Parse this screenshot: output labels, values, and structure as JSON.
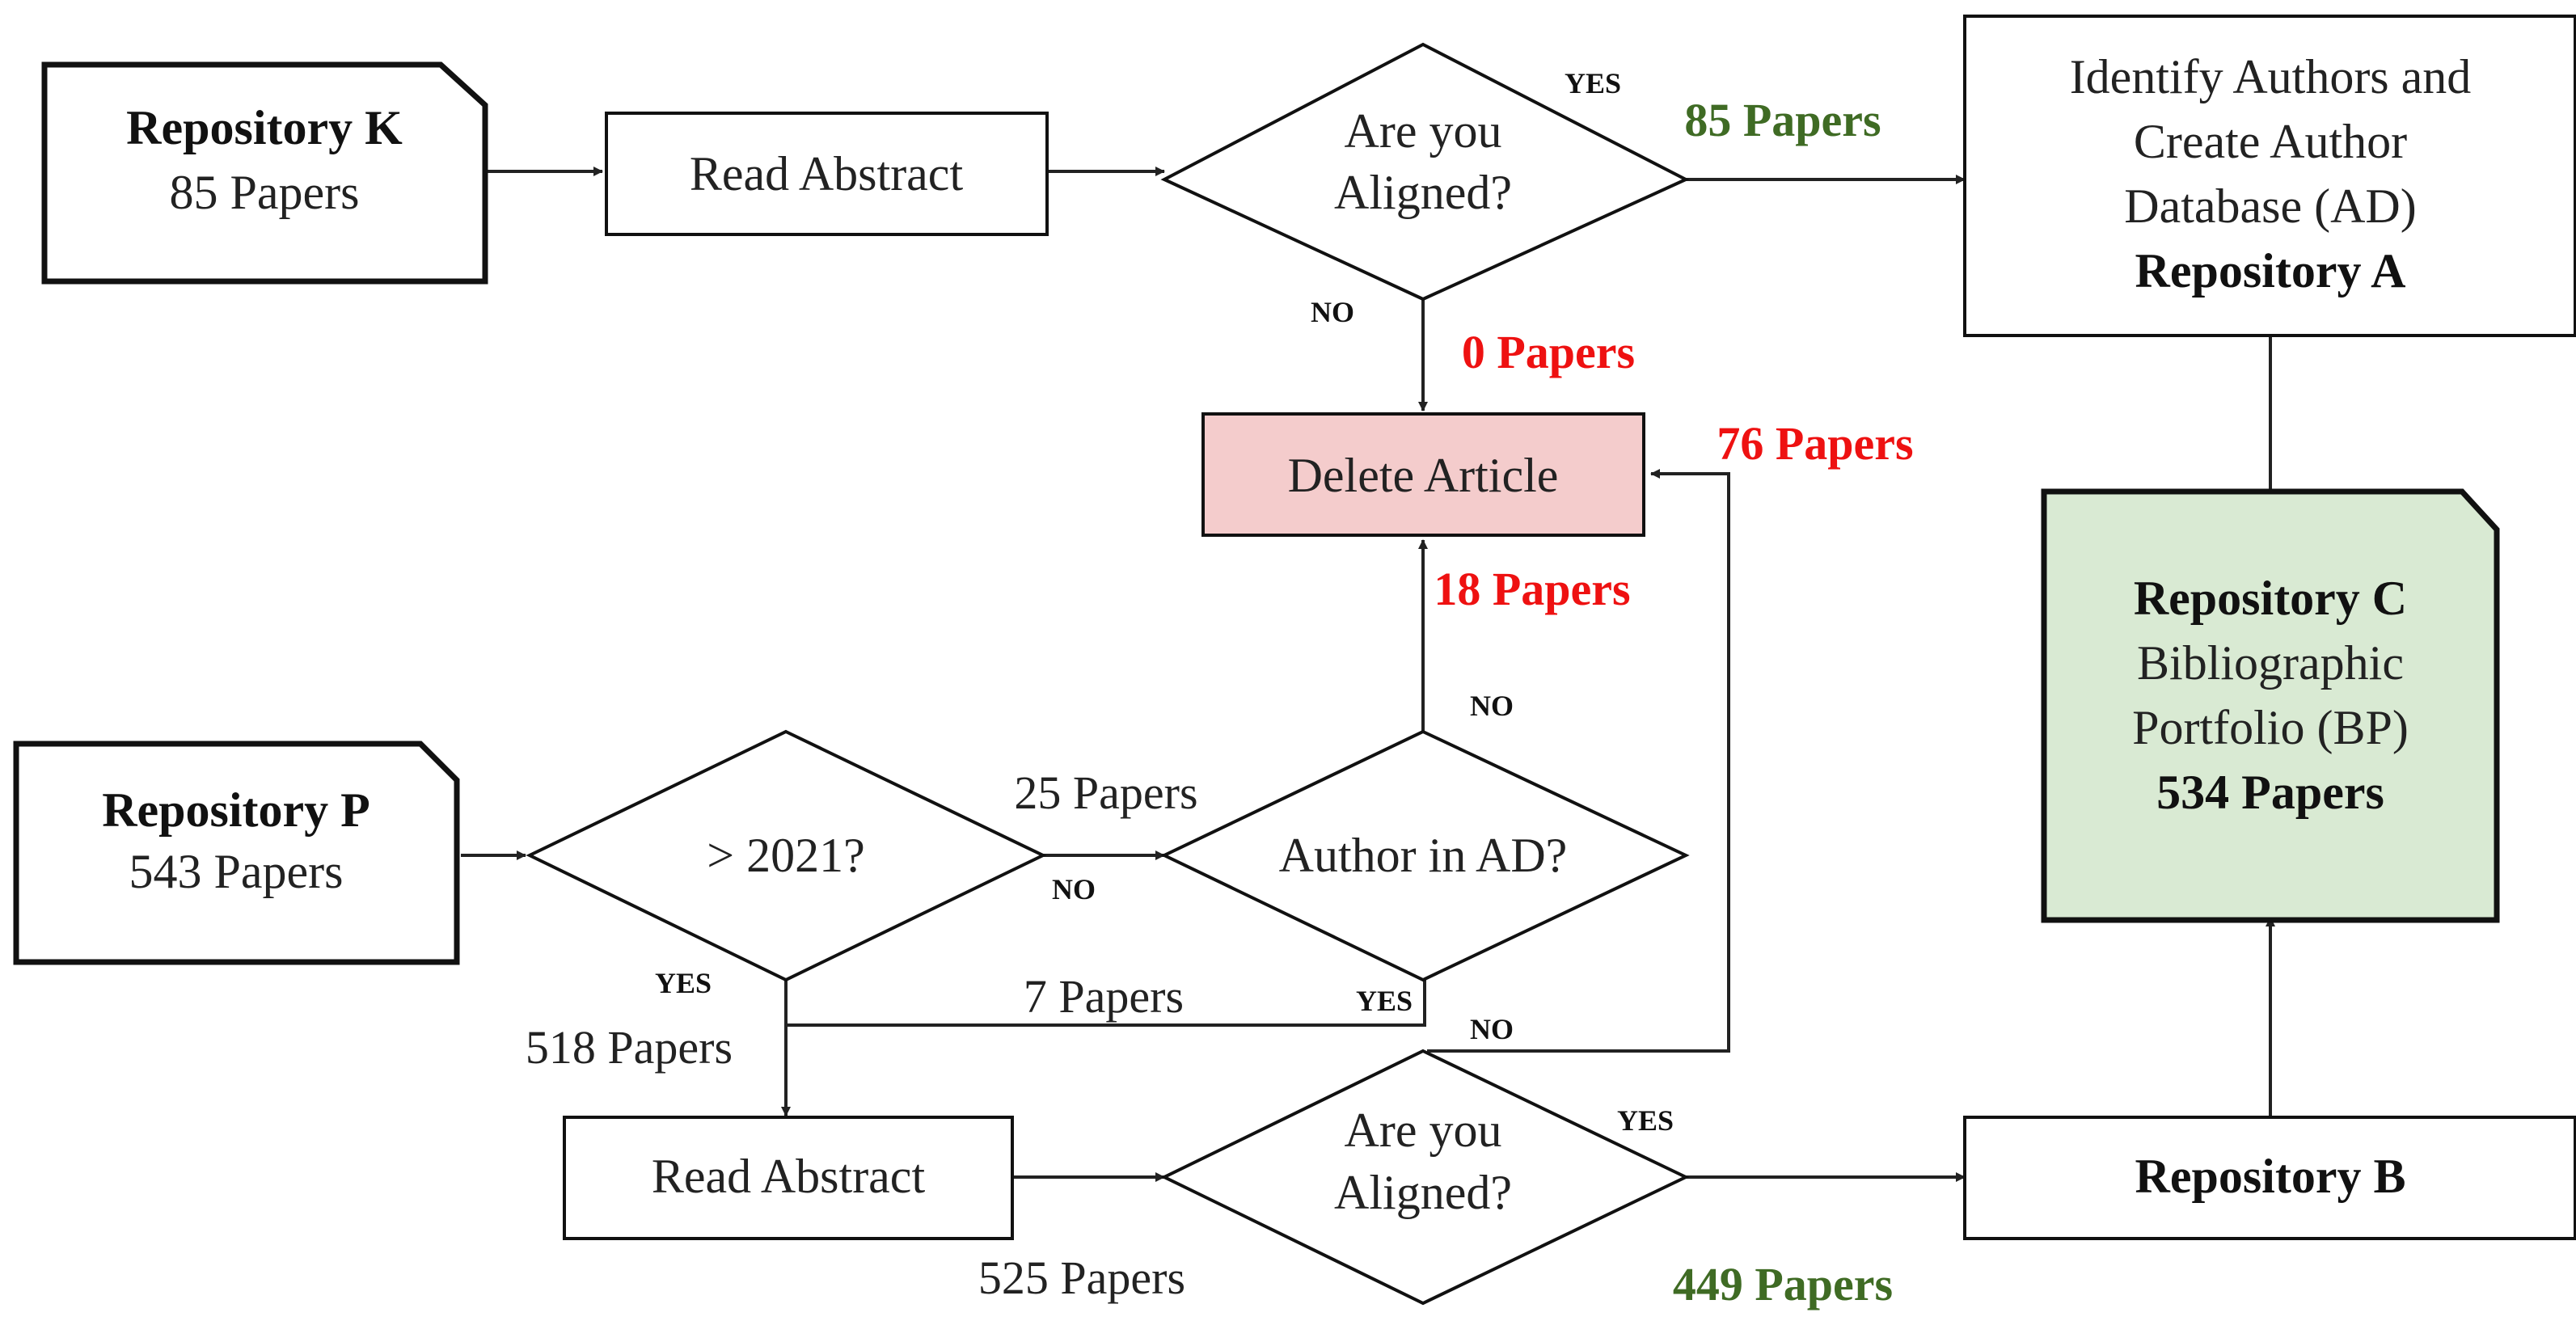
{
  "colors": {
    "green_text": "#3f6b24",
    "red_text": "#ee1111",
    "delete_fill": "#f4cccc",
    "portfolio_fill": "#d9ead3"
  },
  "nodes": {
    "repo_k": {
      "title": "Repository K",
      "subtitle": "85 Papers"
    },
    "read_abstract_top": {
      "label": "Read Abstract"
    },
    "aligned_top": {
      "line1": "Are you",
      "line2": "Aligned?"
    },
    "identify_authors": {
      "line1": "Identify Authors and",
      "line2": "Create Author",
      "line3": "Database (AD)",
      "line4": "Repository A"
    },
    "delete_article": {
      "label": "Delete Article"
    },
    "repo_c": {
      "line1": "Repository C",
      "line2": "Bibliographic",
      "line3": "Portfolio (BP)",
      "line4": "534 Papers"
    },
    "repo_p": {
      "title": "Repository P",
      "subtitle": "543 Papers"
    },
    "year_check": {
      "label": "> 2021?"
    },
    "author_in_ad": {
      "label": "Author in AD?"
    },
    "read_abstract_bottom": {
      "label": "Read Abstract"
    },
    "aligned_bottom": {
      "line1": "Are you",
      "line2": "Aligned?"
    },
    "repo_b": {
      "label": "Repository B"
    }
  },
  "edges": {
    "yes_top": "YES",
    "no_top": "NO",
    "count_85": "85 Papers",
    "count_0": "0 Papers",
    "count_76": "76 Papers",
    "count_18": "18 Papers",
    "no_author": "NO",
    "count_25": "25 Papers",
    "no_year": "NO",
    "yes_year": "YES",
    "count_518": "518 Papers",
    "count_7": "7 Papers",
    "yes_author": "YES",
    "no_aligned_bottom": "NO",
    "yes_aligned_bottom": "YES",
    "count_525": "525 Papers",
    "count_449": "449 Papers"
  }
}
